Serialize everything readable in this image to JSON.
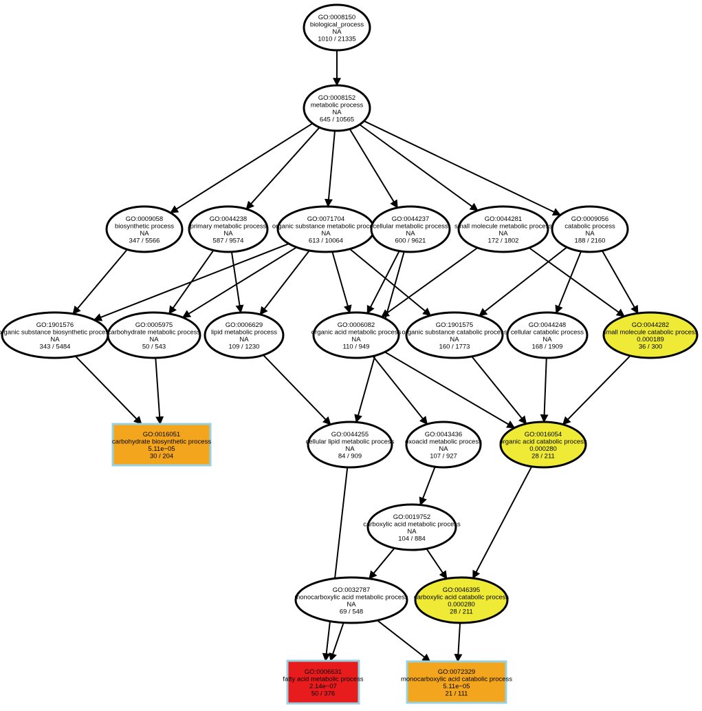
{
  "colors": {
    "default_fill": "#ffffff",
    "yellow": "#eeea35",
    "orange": "#f3a51d",
    "red": "#e81b1d",
    "box_border": "#9ad1e0"
  },
  "nodes": {
    "GO:0008150": {
      "id": "GO:0008150",
      "name": "biological_process",
      "pvalue": "NA",
      "counts": "1010 / 21335",
      "shape": "ellipse",
      "fill": "default"
    },
    "GO:0008152": {
      "id": "GO:0008152",
      "name": "metabolic process",
      "pvalue": "NA",
      "counts": "645 / 10565",
      "shape": "ellipse",
      "fill": "default"
    },
    "GO:0009058": {
      "id": "GO:0009058",
      "name": "biosynthetic process",
      "pvalue": "NA",
      "counts": "347 / 5566",
      "shape": "ellipse",
      "fill": "default"
    },
    "GO:0044238": {
      "id": "GO:0044238",
      "name": "primary metabolic process",
      "pvalue": "NA",
      "counts": "587 / 9574",
      "shape": "ellipse",
      "fill": "default"
    },
    "GO:0071704": {
      "id": "GO:0071704",
      "name": "organic substance metabolic process",
      "pvalue": "NA",
      "counts": "613 / 10064",
      "shape": "ellipse",
      "fill": "default"
    },
    "GO:0044237": {
      "id": "GO:0044237",
      "name": "cellular metabolic process",
      "pvalue": "NA",
      "counts": "600 / 9621",
      "shape": "ellipse",
      "fill": "default"
    },
    "GO:0044281": {
      "id": "GO:0044281",
      "name": "small molecule metabolic process",
      "pvalue": "NA",
      "counts": "172 / 1802",
      "shape": "ellipse",
      "fill": "default"
    },
    "GO:0009056": {
      "id": "GO:0009056",
      "name": "catabolic process",
      "pvalue": "NA",
      "counts": "188 / 2160",
      "shape": "ellipse",
      "fill": "default"
    },
    "GO:1901576": {
      "id": "GO:1901576",
      "name": "organic substance biosynthetic process",
      "pvalue": "NA",
      "counts": "343 / 5484",
      "shape": "ellipse",
      "fill": "default"
    },
    "GO:0005975": {
      "id": "GO:0005975",
      "name": "carbohydrate metabolic process",
      "pvalue": "NA",
      "counts": "50 / 543",
      "shape": "ellipse",
      "fill": "default"
    },
    "GO:0006629": {
      "id": "GO:0006629",
      "name": "lipid metabolic process",
      "pvalue": "NA",
      "counts": "109 / 1230",
      "shape": "ellipse",
      "fill": "default"
    },
    "GO:0006082": {
      "id": "GO:0006082",
      "name": "organic acid metabolic process",
      "pvalue": "NA",
      "counts": "110 / 949",
      "shape": "ellipse",
      "fill": "default"
    },
    "GO:1901575": {
      "id": "GO:1901575",
      "name": "organic substance catabolic process",
      "pvalue": "NA",
      "counts": "160 / 1773",
      "shape": "ellipse",
      "fill": "default"
    },
    "GO:0044248": {
      "id": "GO:0044248",
      "name": "cellular catabolic process",
      "pvalue": "NA",
      "counts": "168 / 1909",
      "shape": "ellipse",
      "fill": "default"
    },
    "GO:0044282": {
      "id": "GO:0044282",
      "name": "small molecule catabolic process",
      "pvalue": "0.000189",
      "counts": "36 / 300",
      "shape": "ellipse",
      "fill": "yellow"
    },
    "GO:0016051": {
      "id": "GO:0016051",
      "name": "carbohydrate biosynthetic process",
      "pvalue": "5.11e−05",
      "counts": "30 / 204",
      "shape": "box",
      "fill": "orange"
    },
    "GO:0044255": {
      "id": "GO:0044255",
      "name": "cellular lipid metabolic process",
      "pvalue": "NA",
      "counts": "84 / 909",
      "shape": "ellipse",
      "fill": "default"
    },
    "GO:0043436": {
      "id": "GO:0043436",
      "name": "oxoacid metabolic process",
      "pvalue": "NA",
      "counts": "107 / 927",
      "shape": "ellipse",
      "fill": "default"
    },
    "GO:0016054": {
      "id": "GO:0016054",
      "name": "organic acid catabolic process",
      "pvalue": "0.000280",
      "counts": "28 / 211",
      "shape": "ellipse",
      "fill": "yellow"
    },
    "GO:0019752": {
      "id": "GO:0019752",
      "name": "carboxylic acid metabolic process",
      "pvalue": "NA",
      "counts": "104 / 884",
      "shape": "ellipse",
      "fill": "default"
    },
    "GO:0032787": {
      "id": "GO:0032787",
      "name": "monocarboxylic acid metabolic process",
      "pvalue": "NA",
      "counts": "69 / 548",
      "shape": "ellipse",
      "fill": "default"
    },
    "GO:0046395": {
      "id": "GO:0046395",
      "name": "carboxylic acid catabolic process",
      "pvalue": "0.000280",
      "counts": "28 / 211",
      "shape": "ellipse",
      "fill": "yellow"
    },
    "GO:0006631": {
      "id": "GO:0006631",
      "name": "fatty acid metabolic process",
      "pvalue": "2.14e−07",
      "counts": "50 / 376",
      "shape": "box",
      "fill": "red"
    },
    "GO:0072329": {
      "id": "GO:0072329",
      "name": "monocarboxylic acid catabolic process",
      "pvalue": "5.11e−05",
      "counts": "21 / 111",
      "shape": "box",
      "fill": "orange"
    }
  },
  "edges": [
    [
      "GO:0008150",
      "GO:0008152"
    ],
    [
      "GO:0008152",
      "GO:0009058"
    ],
    [
      "GO:0008152",
      "GO:0044238"
    ],
    [
      "GO:0008152",
      "GO:0071704"
    ],
    [
      "GO:0008152",
      "GO:0044237"
    ],
    [
      "GO:0008152",
      "GO:0044281"
    ],
    [
      "GO:0008152",
      "GO:0009056"
    ],
    [
      "GO:0009058",
      "GO:1901576"
    ],
    [
      "GO:0044238",
      "GO:0005975"
    ],
    [
      "GO:0044238",
      "GO:0006629"
    ],
    [
      "GO:0071704",
      "GO:1901576"
    ],
    [
      "GO:0071704",
      "GO:0005975"
    ],
    [
      "GO:0071704",
      "GO:0006629"
    ],
    [
      "GO:0071704",
      "GO:0006082"
    ],
    [
      "GO:0071704",
      "GO:1901575"
    ],
    [
      "GO:0044237",
      "GO:0006082"
    ],
    [
      "GO:0044237",
      "GO:0044255"
    ],
    [
      "GO:0044281",
      "GO:0006082"
    ],
    [
      "GO:0044281",
      "GO:0044282"
    ],
    [
      "GO:0009056",
      "GO:1901575"
    ],
    [
      "GO:0009056",
      "GO:0044248"
    ],
    [
      "GO:0009056",
      "GO:0044282"
    ],
    [
      "GO:1901576",
      "GO:0016051"
    ],
    [
      "GO:0005975",
      "GO:0016051"
    ],
    [
      "GO:0006629",
      "GO:0044255"
    ],
    [
      "GO:0006082",
      "GO:0043436"
    ],
    [
      "GO:0006082",
      "GO:0016054"
    ],
    [
      "GO:1901575",
      "GO:0016054"
    ],
    [
      "GO:0044248",
      "GO:0016054"
    ],
    [
      "GO:0044282",
      "GO:0016054"
    ],
    [
      "GO:0044255",
      "GO:0006631"
    ],
    [
      "GO:0043436",
      "GO:0019752"
    ],
    [
      "GO:0019752",
      "GO:0032787"
    ],
    [
      "GO:0019752",
      "GO:0046395"
    ],
    [
      "GO:0016054",
      "GO:0046395"
    ],
    [
      "GO:0032787",
      "GO:0006631"
    ],
    [
      "GO:0032787",
      "GO:0072329"
    ],
    [
      "GO:0046395",
      "GO:0072329"
    ]
  ]
}
